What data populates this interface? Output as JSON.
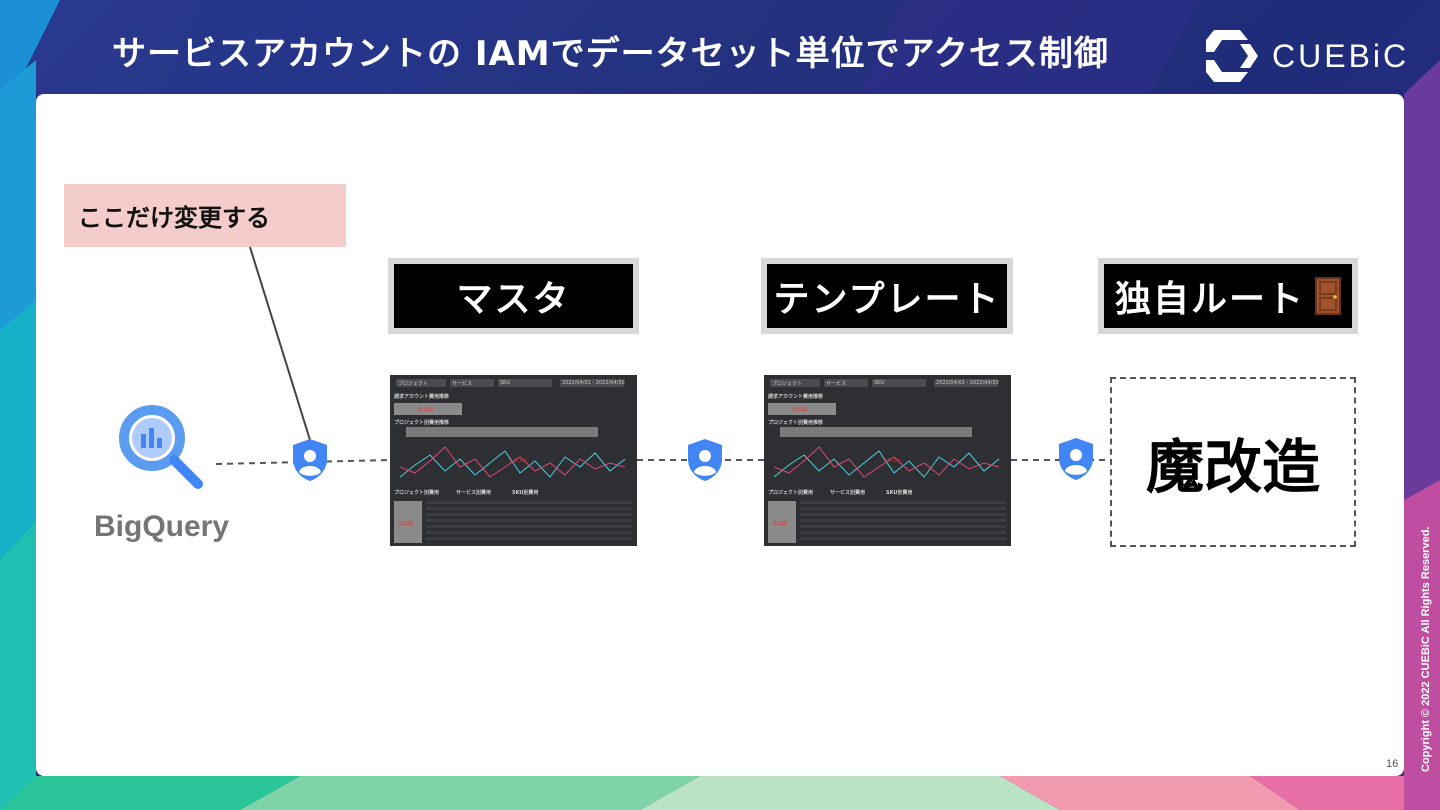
{
  "slide": {
    "title": "サービスアカウントの IAMでデータセット単位でアクセス制御",
    "page_number": "16",
    "copyright": "Copyright © 2022 CUEBiC All Rights Reserved."
  },
  "logo": {
    "text": "CUEBiC"
  },
  "note": {
    "text": "ここだけ変更する"
  },
  "labels": {
    "master": "マスタ",
    "template": "テンプレート",
    "custom": "独自ルート"
  },
  "bigquery": {
    "label": "BigQuery"
  },
  "custom_box": {
    "text": "魔改造"
  },
  "dashboard": {
    "filters": [
      "プロジェクト",
      "サービス",
      "SKU",
      "2022/04/01 - 2022/04/30"
    ],
    "section_billing": "請求アカウント費用推移",
    "section_project": "プロジェクト別費用推移",
    "table_headers": [
      "プロジェクト別費用",
      "サービス別費用",
      "SKU別費用"
    ],
    "mask_label": "非公開",
    "text_label": "テキスト"
  },
  "colors": {
    "accent_blue": "#4285f4",
    "note_bg": "#f4cccc",
    "line_pink": "#e0457b",
    "line_teal": "#4dd0e1"
  }
}
